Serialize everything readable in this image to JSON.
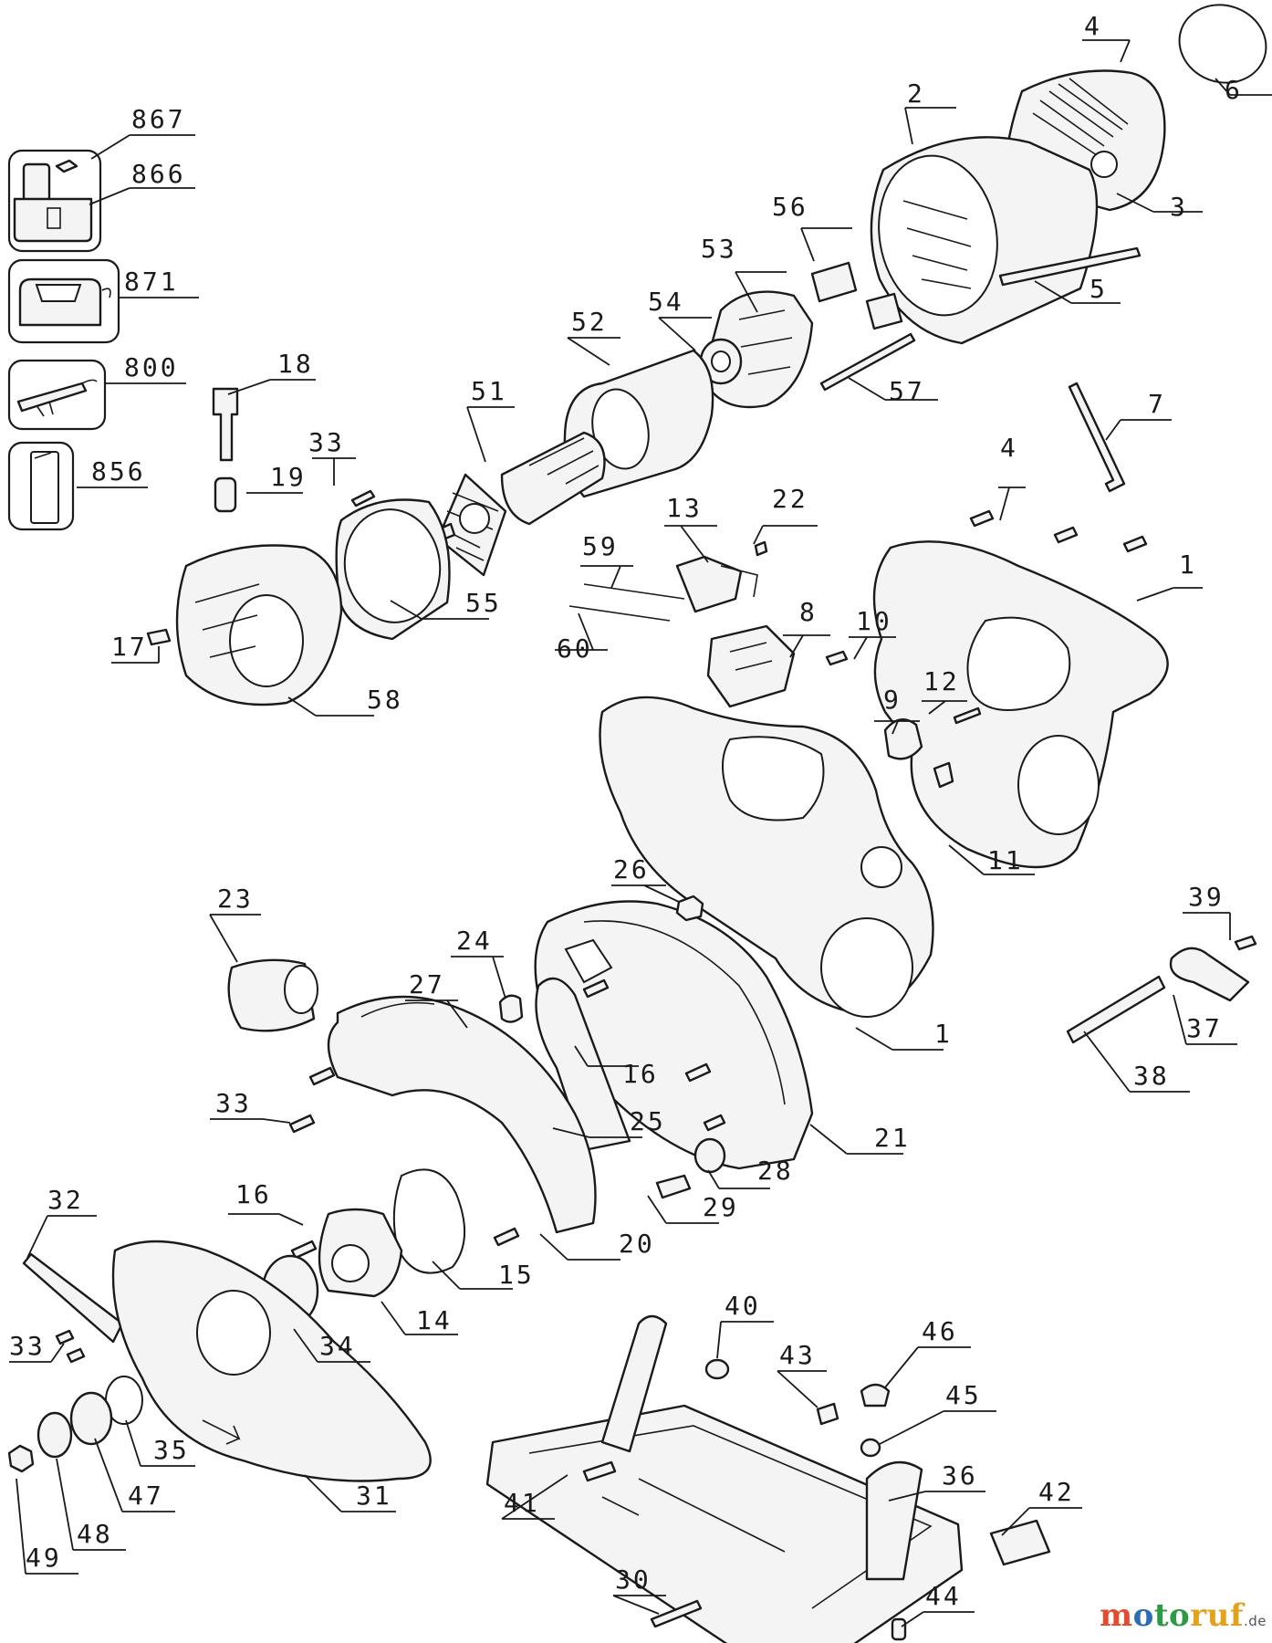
{
  "callouts": [
    "867",
    "866",
    "871",
    "800",
    "856",
    "18",
    "19",
    "33",
    "17",
    "58",
    "55",
    "51",
    "52",
    "54",
    "53",
    "56",
    "2",
    "3",
    "4",
    "6",
    "5",
    "57",
    "7",
    "4",
    "1",
    "22",
    "13",
    "59",
    "60",
    "8",
    "10",
    "9",
    "12",
    "11",
    "1",
    "26",
    "24",
    "27",
    "23",
    "33",
    "16",
    "25",
    "21",
    "28",
    "29",
    "20",
    "16",
    "15",
    "14",
    "32",
    "33",
    "34",
    "35",
    "47",
    "48",
    "49",
    "31",
    "40",
    "43",
    "46",
    "45",
    "36",
    "41",
    "42",
    "30",
    "44",
    "39",
    "37",
    "38"
  ],
  "logo": {
    "p1": "m",
    "p2": "o",
    "p3": "to",
    "p4": "ruf",
    "tld": ".de"
  }
}
